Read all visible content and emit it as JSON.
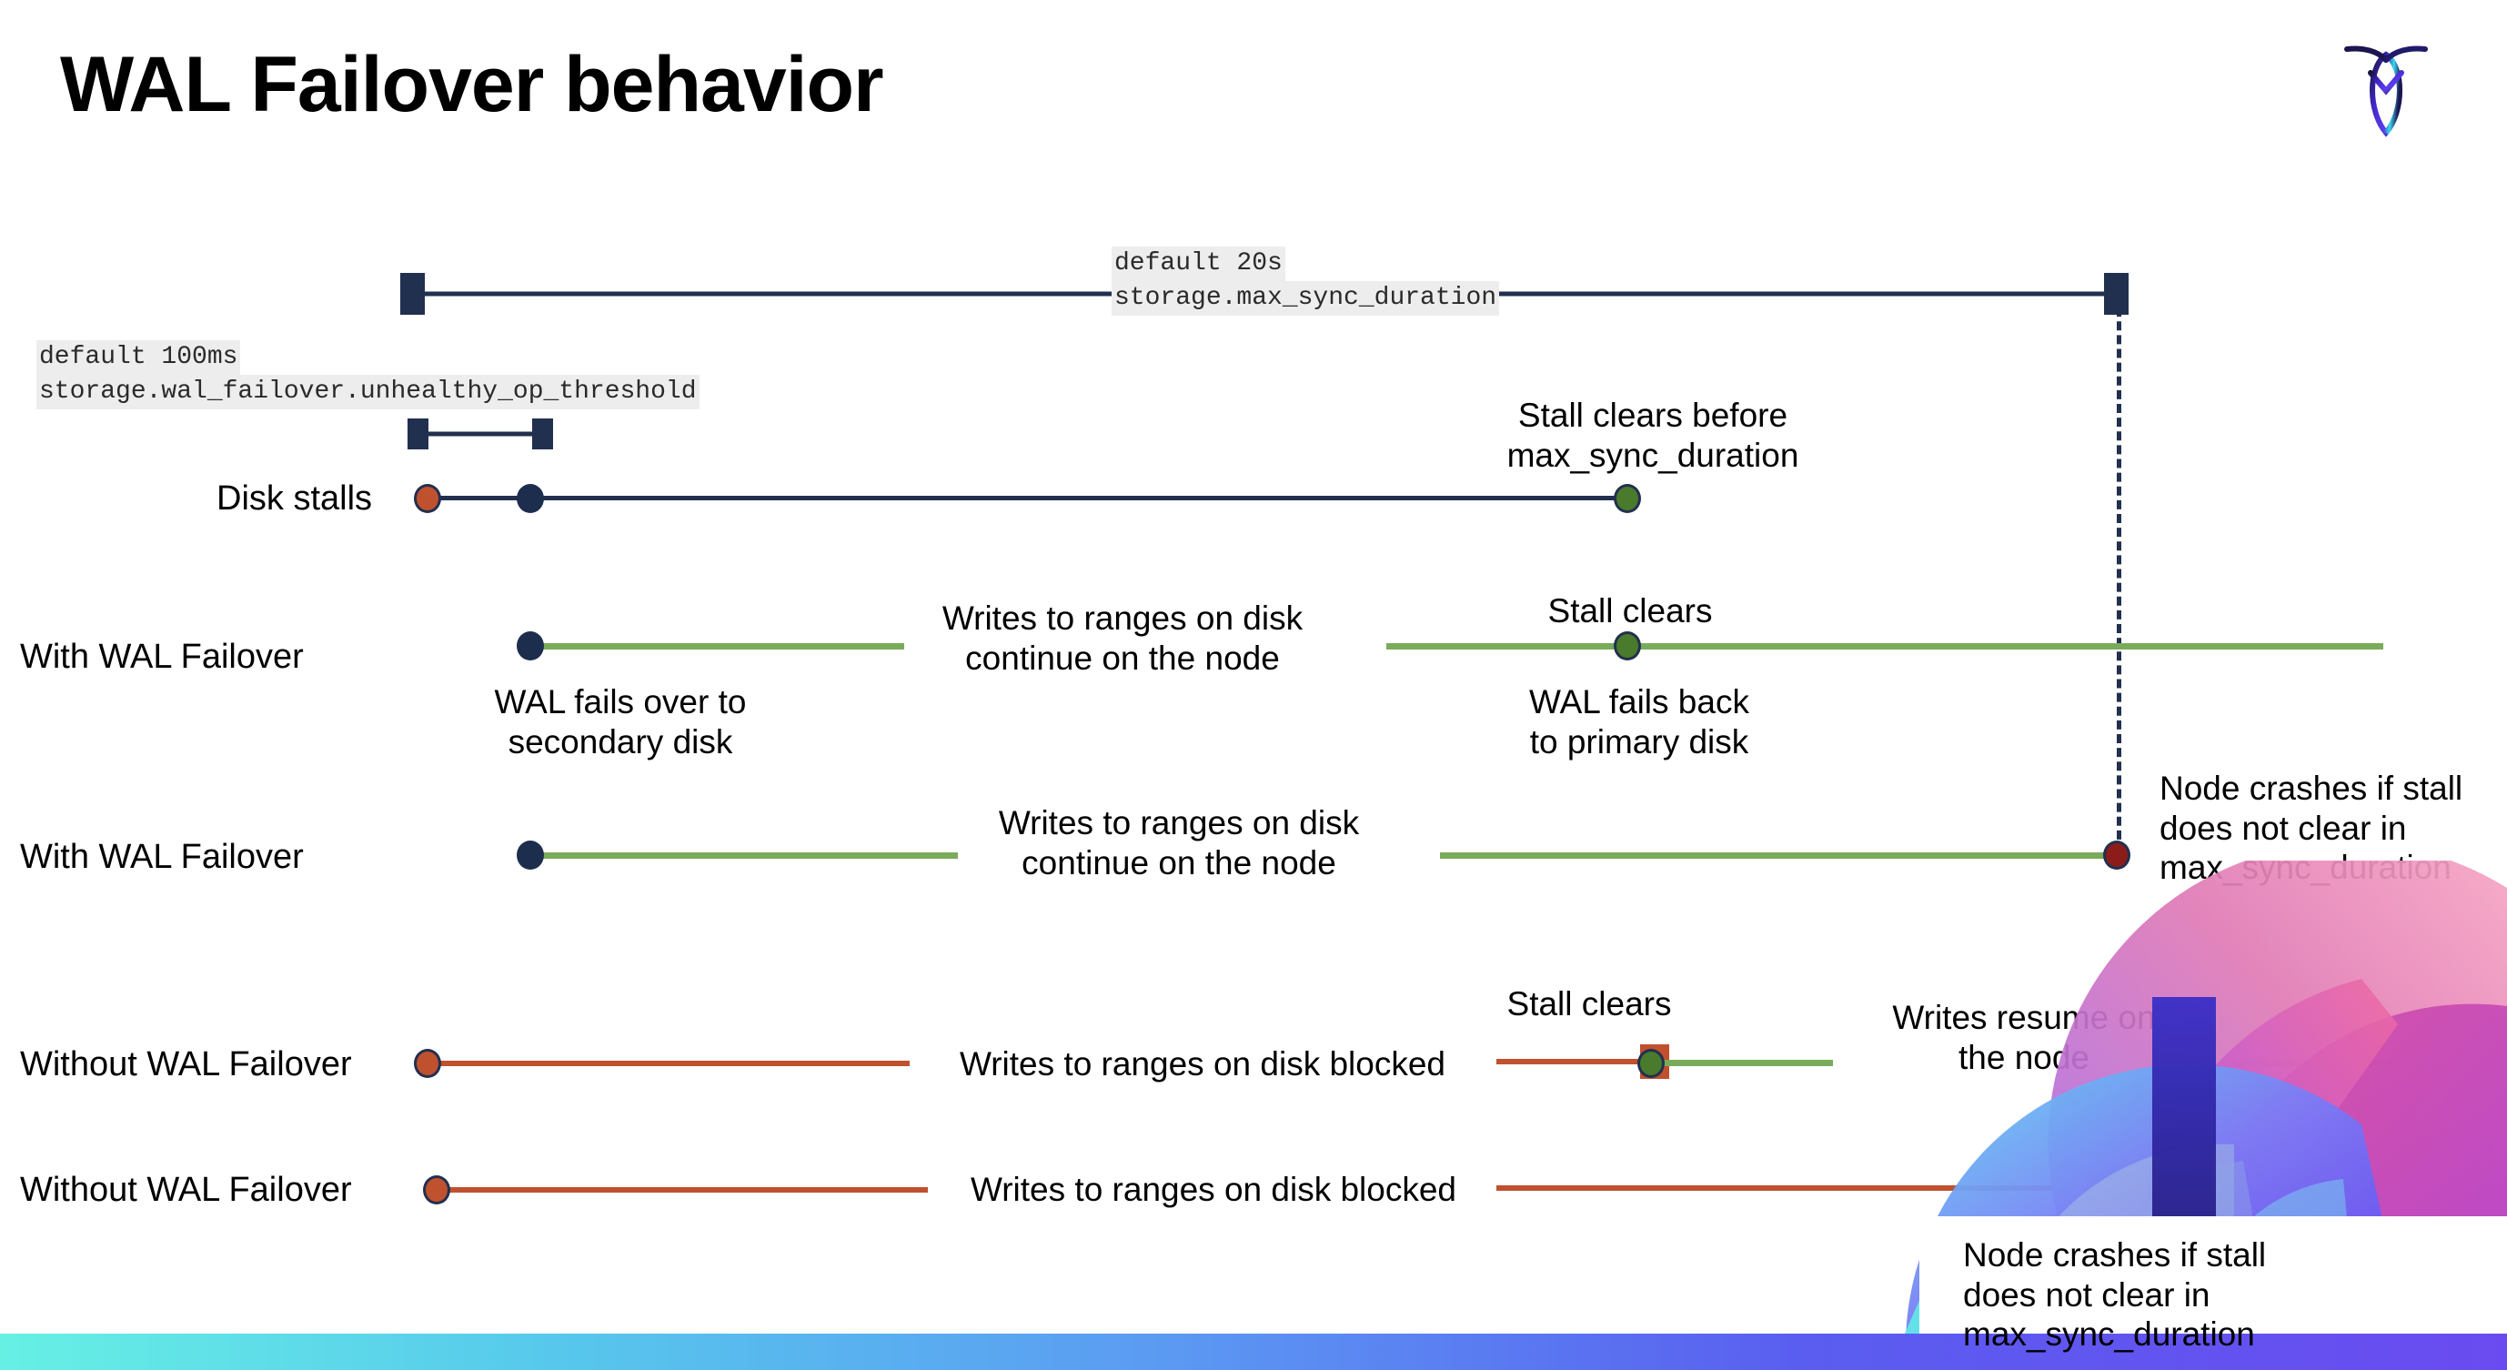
{
  "slide": {
    "title": "WAL Failover behavior",
    "logo_name": "cockroachdb-logo"
  },
  "settings": {
    "max_sync": {
      "default": "default 20s",
      "name": "storage.max_sync_duration"
    },
    "unhealthy": {
      "default": "default 100ms",
      "name": "storage.wal_failover.unhealthy_op_threshold"
    }
  },
  "rows": [
    {
      "label": "Disk stalls"
    },
    {
      "label": "With WAL Failover"
    },
    {
      "label": "With WAL Failover"
    },
    {
      "label": "Without WAL Failover"
    },
    {
      "label": "Without WAL Failover"
    }
  ],
  "notes": {
    "stall_clears_before": "Stall clears before\nmax_sync_duration",
    "stall_clears_1": "Stall clears",
    "stall_clears_2": "Stall clears",
    "writes_continue_1": "Writes to ranges on disk\ncontinue on the node",
    "writes_continue_2": "Writes to ranges on disk\ncontinue on the node",
    "wal_fails_over": "WAL fails over to\nsecondary disk",
    "wal_fails_back": "WAL fails  back\nto primary disk",
    "node_crashes_1": "Node crashes if stall\ndoes not clear in\nmax_sync_duration",
    "node_crashes_2": "Node crashes if stall\ndoes not clear in\nmax_sync_duration",
    "writes_blocked_1": "Writes to ranges on disk  blocked",
    "writes_blocked_2": "Writes to ranges on disk  blocked",
    "writes_resume": "Writes resume on\nthe node"
  },
  "colors": {
    "navy": "#22304f",
    "green": "#7aab5a",
    "green_dot": "#4a7a2c",
    "red_line": "#c0502e",
    "orange_dot": "#c0512f",
    "dark_red_dot": "#8b1c1a",
    "code_bg": "#ededed",
    "bar_start": "#66f0e4",
    "bar_end": "#6a4bf0"
  }
}
